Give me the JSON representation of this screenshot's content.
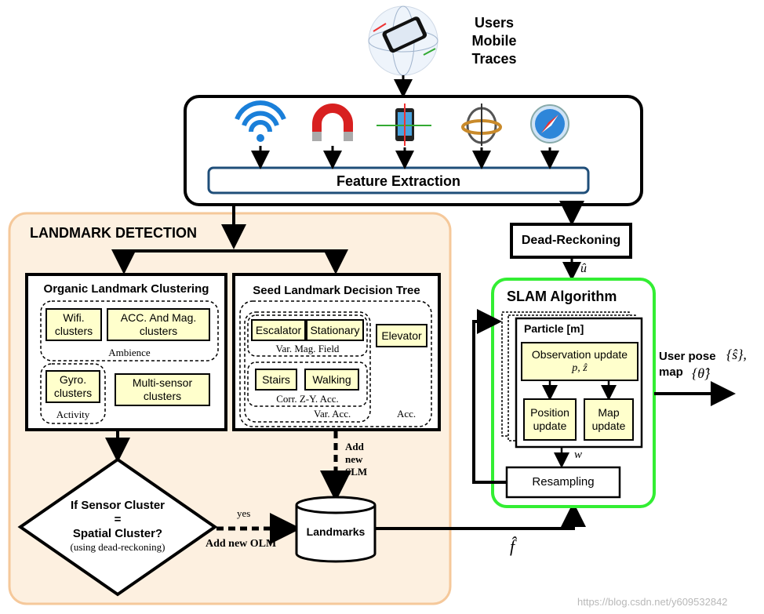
{
  "top": {
    "users_line1": "Users",
    "users_line2": "Mobile",
    "users_line3": "Traces",
    "feature_extraction": "Feature Extraction"
  },
  "sensors": [
    {
      "icon": "wifi-icon"
    },
    {
      "icon": "magnet-icon"
    },
    {
      "icon": "accelerometer-phone-icon"
    },
    {
      "icon": "gyroscope-icon"
    },
    {
      "icon": "compass-icon"
    }
  ],
  "landmark_detection": {
    "title": "LANDMARK DETECTION",
    "organic": {
      "title": "Organic Landmark Clustering",
      "wifi": "Wifi. clusters",
      "acc_mag": "ACC. And Mag. clusters",
      "ambience": "Ambience",
      "gyro": "Gyro. clusters",
      "multi": "Multi-sensor clusters",
      "activity": "Activity"
    },
    "seed": {
      "title": "Seed Landmark Decision Tree",
      "escalator": "Escalator",
      "stationary": "Stationary",
      "var_mag": "Var. Mag. Field",
      "elevator": "Elevator",
      "stairs": "Stairs",
      "walking": "Walking",
      "corr": "Corr. Z-Y. Acc.",
      "var_acc": "Var. Acc.",
      "acc": "Acc."
    },
    "add_new_slm_1": "Add",
    "add_new_slm_2": "new",
    "add_new_slm_3": "SLM",
    "decision_1": "If Sensor Cluster",
    "decision_2": "=",
    "decision_3": "Spatial Cluster?",
    "decision_4": "(using dead-reckoning)",
    "yes": "yes",
    "add_new_olm": "Add new OLM",
    "landmarks": "Landmarks"
  },
  "right": {
    "dead_reckoning": "Dead-Reckoning",
    "u_hat": "û",
    "slam_title": "SLAM Algorithm",
    "particle": "Particle [m]",
    "observation_update": "Observation update",
    "p_z": "p, ẑ",
    "position_update": "Position update",
    "map_update": "Map update",
    "w": "w",
    "resampling": "Resampling",
    "user_pose": "User pose",
    "s_hat": "{ŝ},",
    "map": "map",
    "theta_hat": "{θ̂}",
    "f_hat": "f̂"
  },
  "watermark": "https://blog.csdn.net/y609532842",
  "colors": {
    "feature_border": "#1f4e79",
    "slam_border": "#33ee33",
    "landmark_bg": "#fdf0e0",
    "landmark_border": "#f5c89a",
    "yellow": "#ffffcc"
  }
}
